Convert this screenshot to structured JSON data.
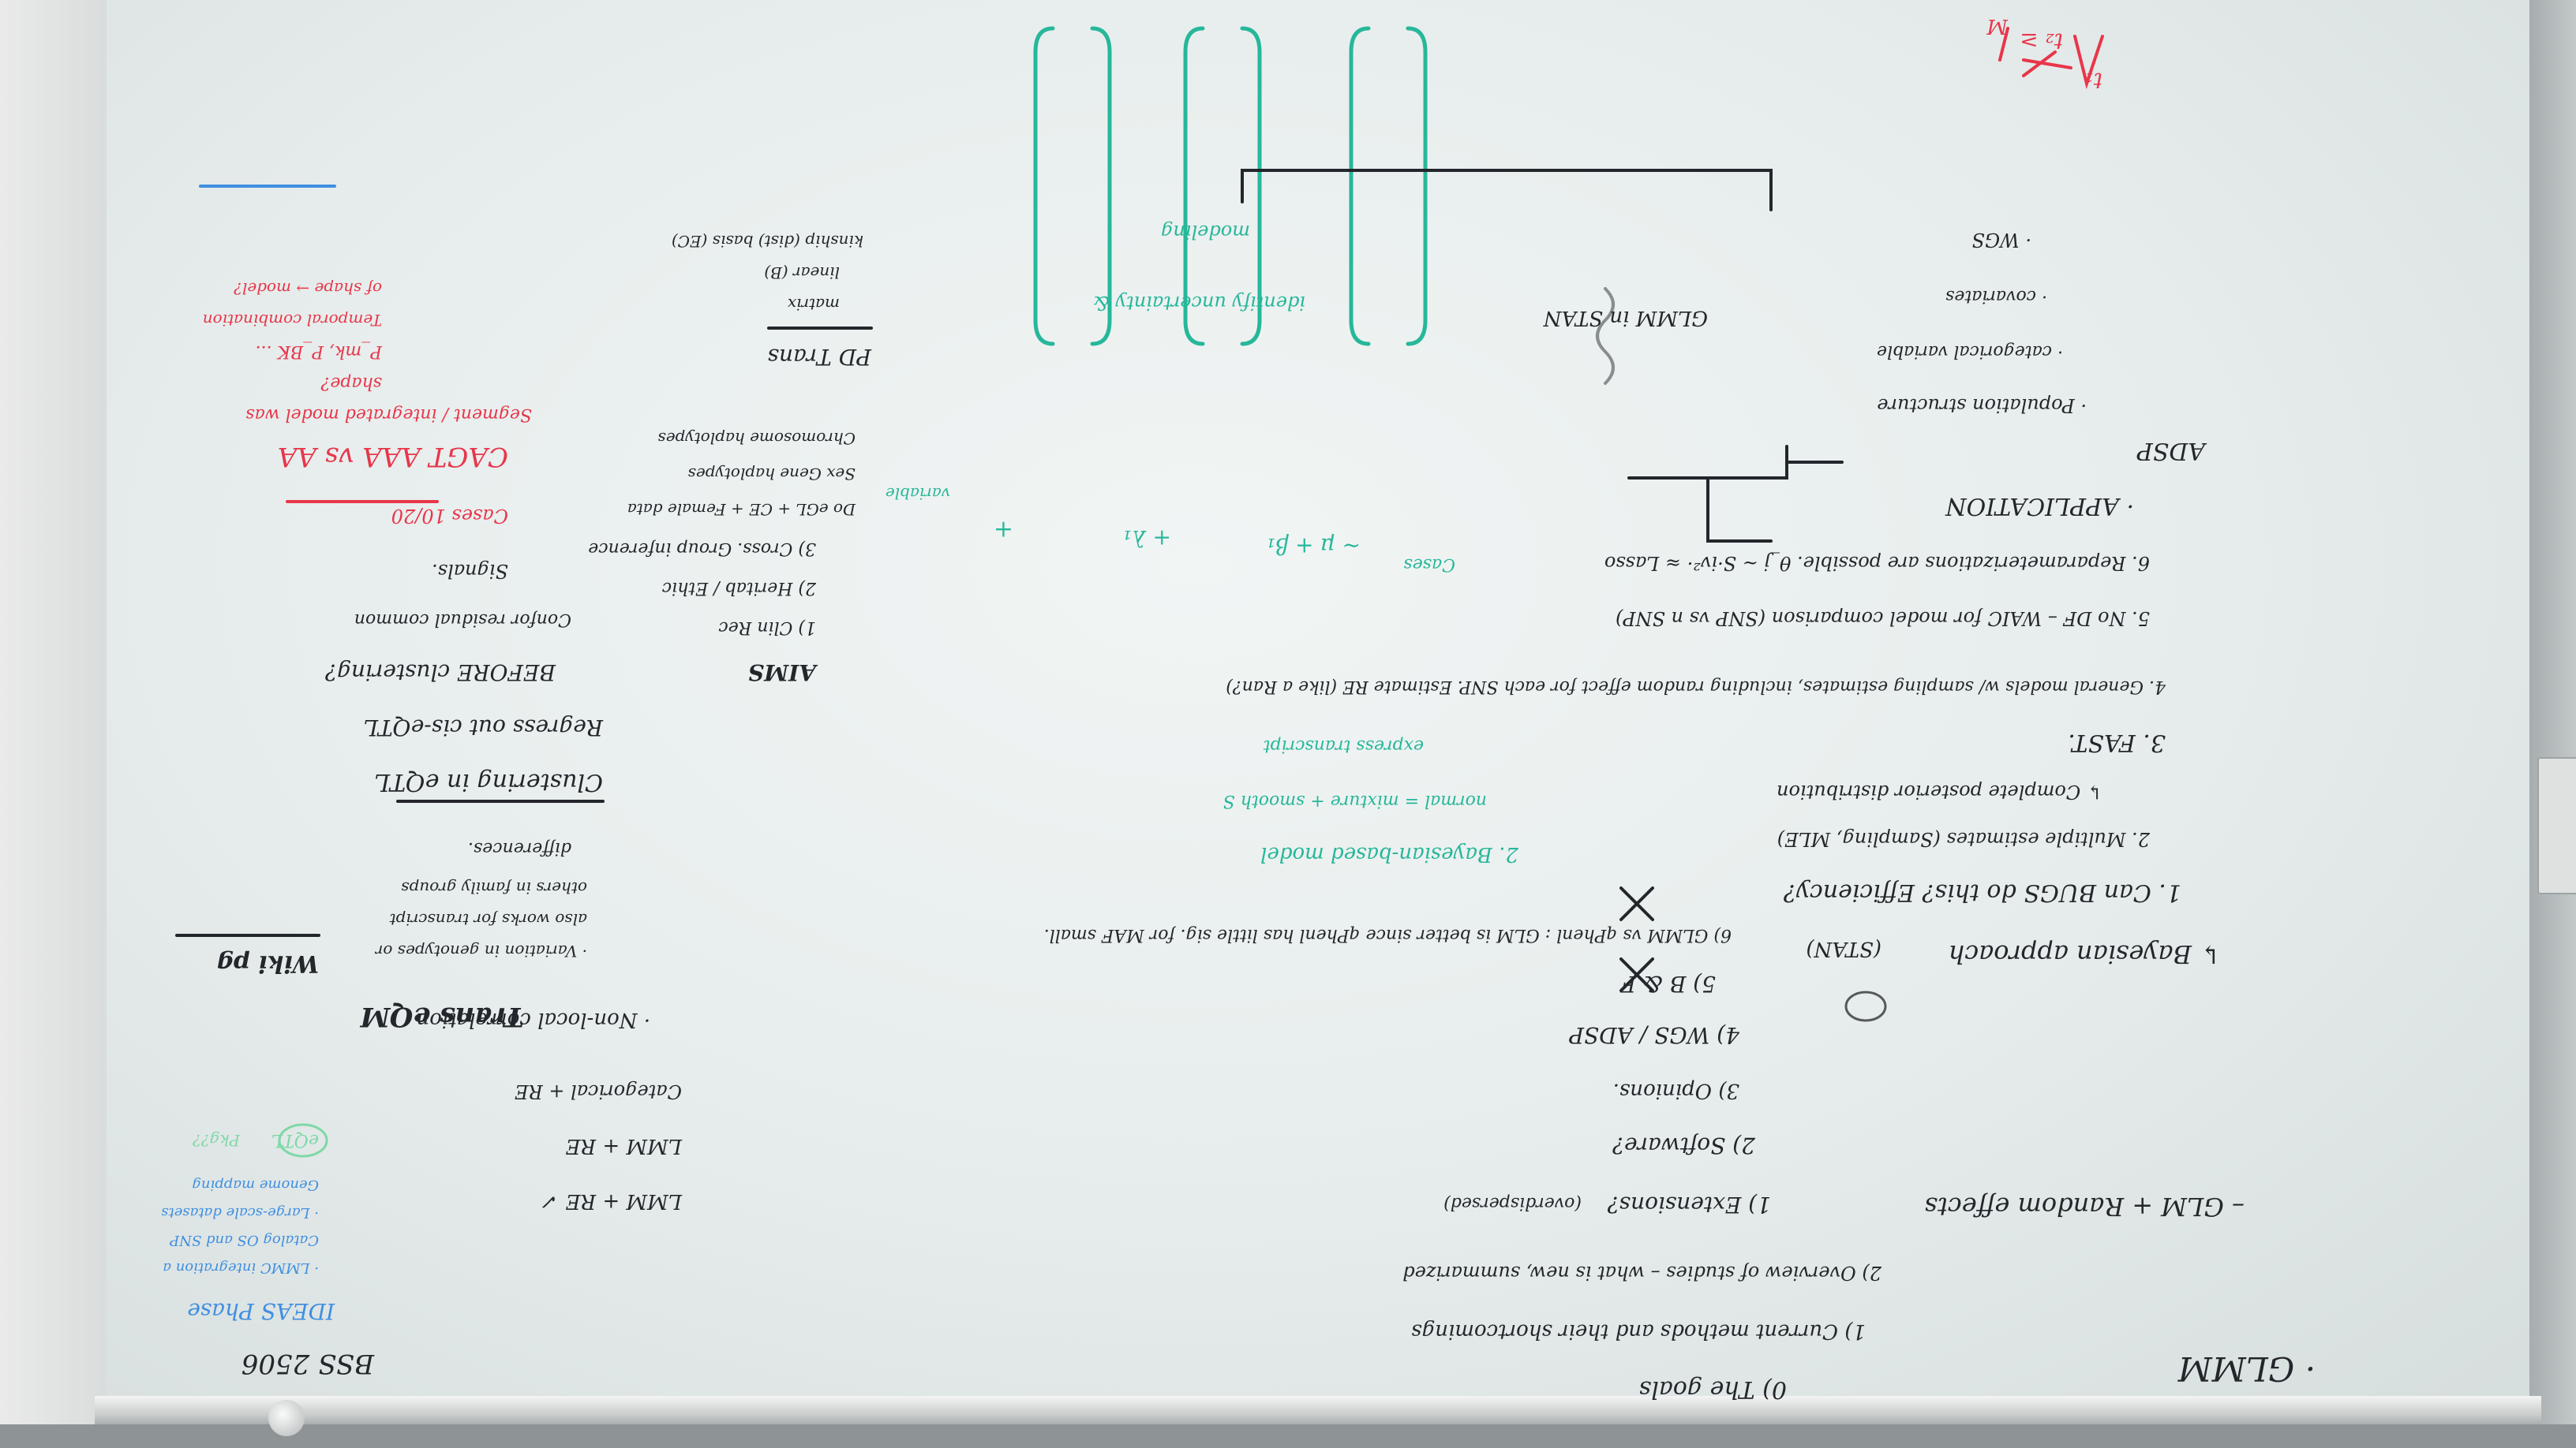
{
  "photo": {
    "subject": "Whiteboard with handwritten notes (photographed upside down)"
  },
  "colors": {
    "black_marker": "#23262b",
    "green_marker": "#27b79a",
    "red_marker": "#e8364a",
    "blue_marker": "#3f8fe0",
    "light_green_marker": "#7fd8a6"
  },
  "notes": {
    "main": {
      "glmm": "· GLMM",
      "item0": "0) The goals",
      "item1": "1) Current methods and their shortcomings",
      "item2": "2) Overview of studies – what is new, summarized",
      "glmm_re": "– GLM + Random effects",
      "ext1": "1) Extensions?",
      "ext1_note": "(overdispersed)",
      "ext2": "2) Software?",
      "ext3": "3) Opinions.",
      "ext4": "4) WGS / ADSP",
      "ext5": "5) B & F",
      "ext6": "6) GLMM vs qPhenl : GLM is better since qPhenl has little sig. for MAF small.",
      "bayes": "↳ Bayesian approach",
      "stan": "(STAN)",
      "can_bugs": "1. Can BUGS do this? Efficiency?",
      "multiple_est": "2. Multiple estimates (Sampling, MLE)",
      "posterior": "↳ Complete posterior distribution",
      "fast": "3. FAST.",
      "general": "4. General models w/ sampling estimates, including random effect for each SNP. Estimate RE (like a Ran?)",
      "waic": "5. No DF – WAIC for model comparison (SNP vs n SNP)",
      "reparam": "6. Reparameterizations are possible. θ_j ~ S·iv²· ≈ Lasso",
      "application": "· APPLICATION",
      "adsp": "ADSP",
      "pop_structure": "· Population structure",
      "categorical": "· categorical variable",
      "covariates": "· covariates",
      "wgs": "· WGS",
      "glmm_stan": "GLMM in STAN"
    },
    "green": {
      "bayes_model": "2. Bayesian-based model",
      "mixture": "normal = mixture + smooth S",
      "exp_transcript": "express transcript",
      "cases": "Cases",
      "mu_label": "~ μ + β₁",
      "plus_lambda": "+ λ₁",
      "plus": "+",
      "identify_uncert": "identify uncertainty &",
      "modeling": "modeling",
      "variable": "variable"
    },
    "aims": {
      "title": "AIMS",
      "a1": "1) Clin Rec",
      "a2": "2) Heritab / Ethic",
      "a3": "3) Cross. Group inference",
      "a4": "Do eGL + CE + Female data",
      "a5": "Sex Gene haplotypes",
      "a6": "Chromosome haplotypes",
      "pd": "PD Trans",
      "matrix": "matrix",
      "linear": "linear (B)",
      "kinship": "kinship (dist) basis (EC)"
    },
    "right": {
      "bss": "BSS 2506",
      "trans": "Trans eQM",
      "wiki": "Wiki pg",
      "lmm": "LMM + RE ✓",
      "lmm2": "LMM + RE",
      "categorical_re": "Categorical + RE",
      "nonlocal": "· Non-local correlation",
      "variation": "· Variation in genotypes or",
      "also_works": "also works for transcript",
      "others": "others in family groups",
      "differences": "differences.",
      "clustering": "Clustering in eQTL",
      "regress": "Regress out cis-eQTL",
      "before": "BEFORE clustering?",
      "confor": "Confor residual common",
      "signals": "Signals."
    },
    "red": {
      "cases": "Cases 10/20",
      "cagt": "CAGT AAA vs AA",
      "segment": "Segment / integrated model was",
      "shape": "shape?",
      "pmk": "P_mk, P_BK ...",
      "temporal": "Temporal combination",
      "model": "of shape → model?",
      "corner1": "t₁",
      "corner2": "t₂ ≥",
      "corner3": "M"
    },
    "blue": {
      "ideas": "IDEAS Phase",
      "b1": "· LMMC integration a",
      "b2": "Catalog OS and SNP",
      "b3": "· Large-scale datasets",
      "b4": "Genome mapping",
      "eqtl": "eQTL",
      "pkg": "Pkg??"
    }
  }
}
